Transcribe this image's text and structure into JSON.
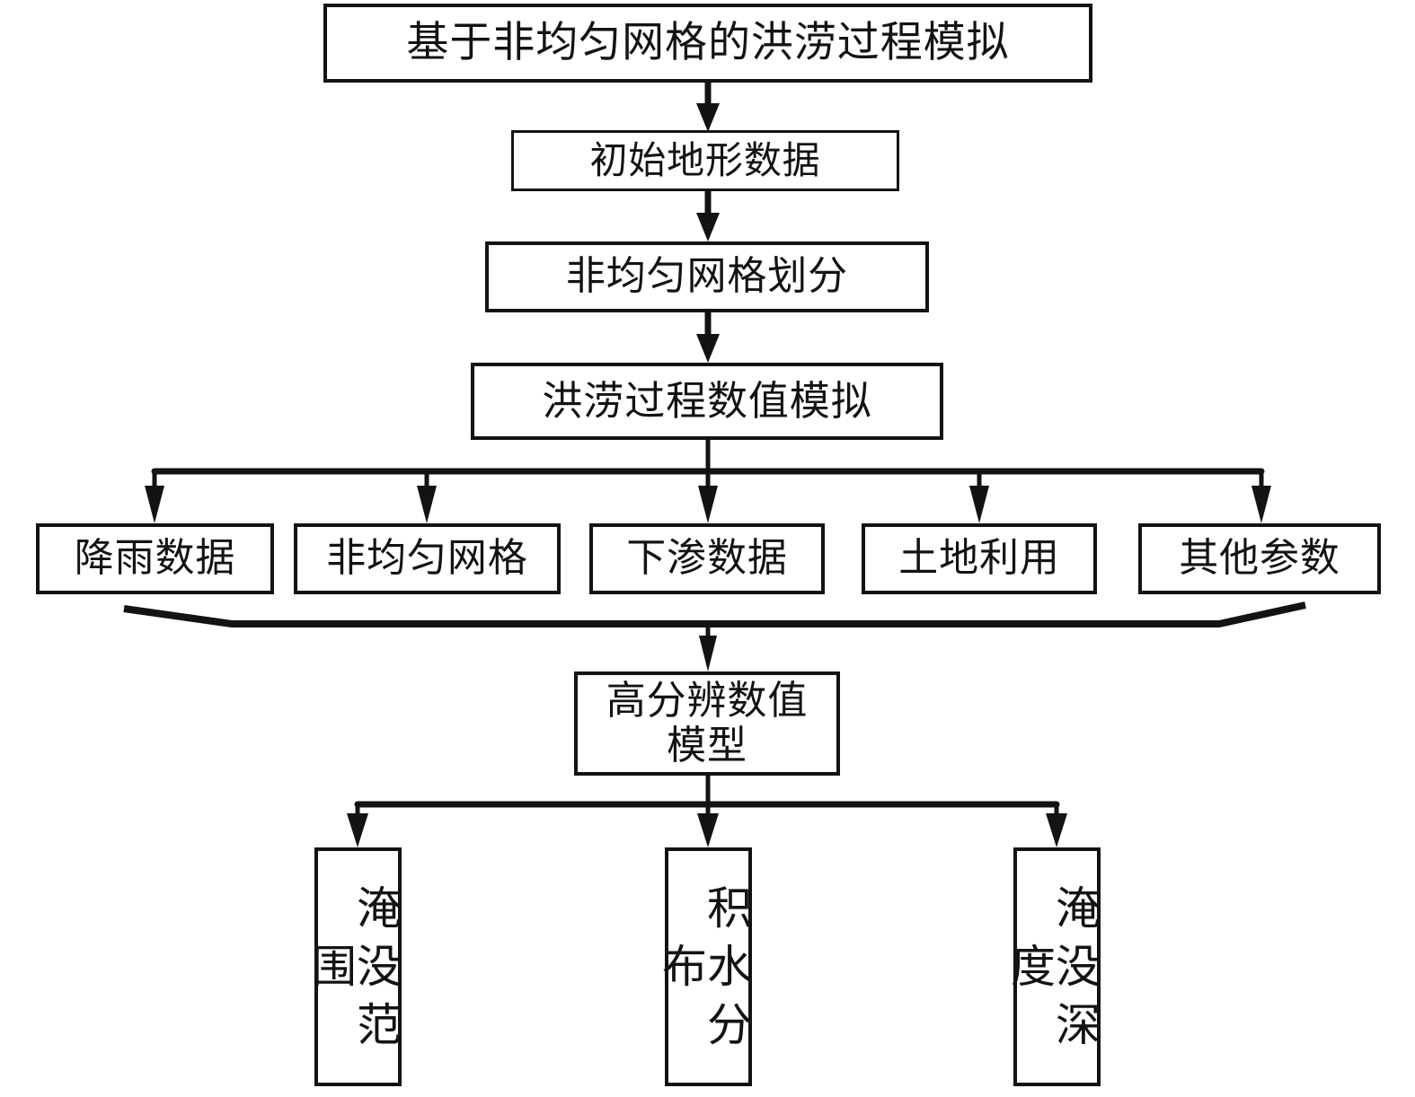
{
  "diagram": {
    "title_node": {
      "label": "基于非均匀网格的洪涝过程模拟"
    },
    "pipeline": [
      {
        "label": "初始地形数据"
      },
      {
        "label": "非均匀网格划分"
      },
      {
        "label": "洪涝过程数值模拟"
      }
    ],
    "inputs": [
      {
        "label": "降雨数据"
      },
      {
        "label": "非均匀网格"
      },
      {
        "label": "下渗数据"
      },
      {
        "label": "土地利用"
      },
      {
        "label": "其他参数"
      }
    ],
    "model_node": {
      "line1": "高分辨数值",
      "line2": "模型"
    },
    "outputs": [
      {
        "label": "淹没范围"
      },
      {
        "label": "积水分布"
      },
      {
        "label": "淹没深度"
      }
    ],
    "colors": {
      "stroke": "#131313",
      "fill": "#ffffff"
    }
  }
}
